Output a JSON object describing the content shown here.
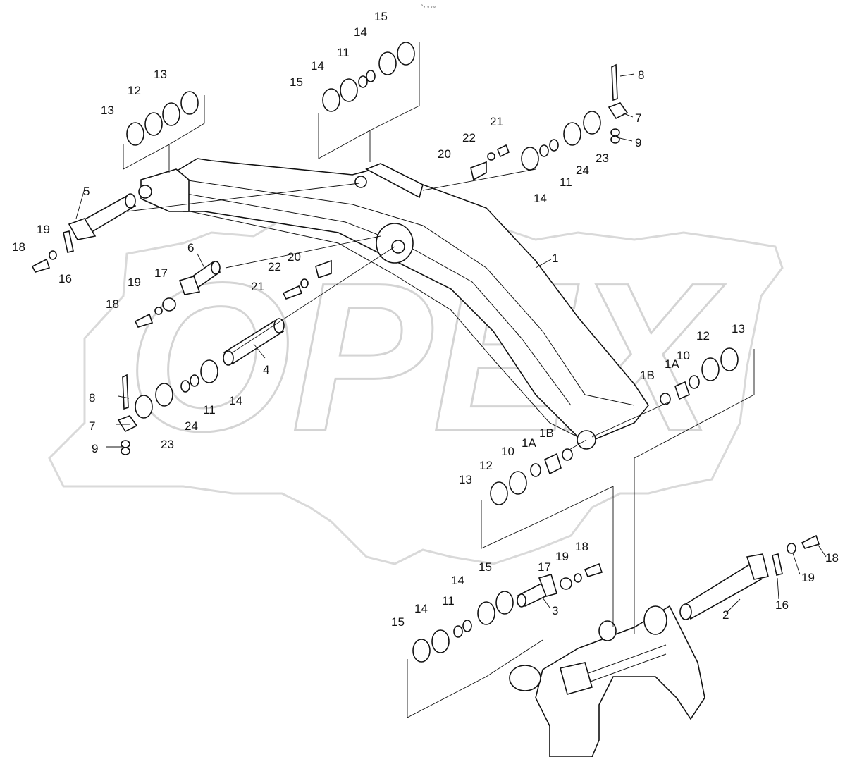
{
  "header": {
    "code": "°₂ ∘∘∘"
  },
  "watermark": {
    "text": "OPEX"
  },
  "labels": {
    "p1": "1",
    "p1A_a": "1A",
    "p1A_b": "1A",
    "p1B_a": "1B",
    "p1B_b": "1B",
    "p2": "2",
    "p3": "3",
    "p4": "4",
    "p5": "5",
    "p6": "6",
    "p7_a": "7",
    "p7_b": "7",
    "p8_a": "8",
    "p8_b": "8",
    "p9_a": "9",
    "p9_b": "9",
    "p10_a": "10",
    "p10_b": "10",
    "p11_a": "11",
    "p11_b": "11",
    "p11_c": "11",
    "p11_d": "11",
    "p12_a": "12",
    "p12_b": "12",
    "p12_c": "12",
    "p13_a": "13",
    "p13_b": "13",
    "p13_c": "13",
    "p13_d": "13",
    "p14_a": "14",
    "p14_b": "14",
    "p14_c": "14",
    "p14_d": "14",
    "p14_e": "14",
    "p14_f": "14",
    "p15_a": "15",
    "p15_b": "15",
    "p15_c": "15",
    "p15_d": "15",
    "p16_a": "16",
    "p16_b": "16",
    "p17_a": "17",
    "p17_b": "17",
    "p18_a": "18",
    "p18_b": "18",
    "p18_c": "18",
    "p18_d": "18",
    "p19_a": "19",
    "p19_b": "19",
    "p19_c": "19",
    "p19_d": "19",
    "p20_a": "20",
    "p20_b": "20",
    "p21_a": "21",
    "p21_b": "21",
    "p22_a": "22",
    "p22_b": "22",
    "p23_a": "23",
    "p23_b": "23",
    "p24_a": "24",
    "p24_b": "24"
  }
}
